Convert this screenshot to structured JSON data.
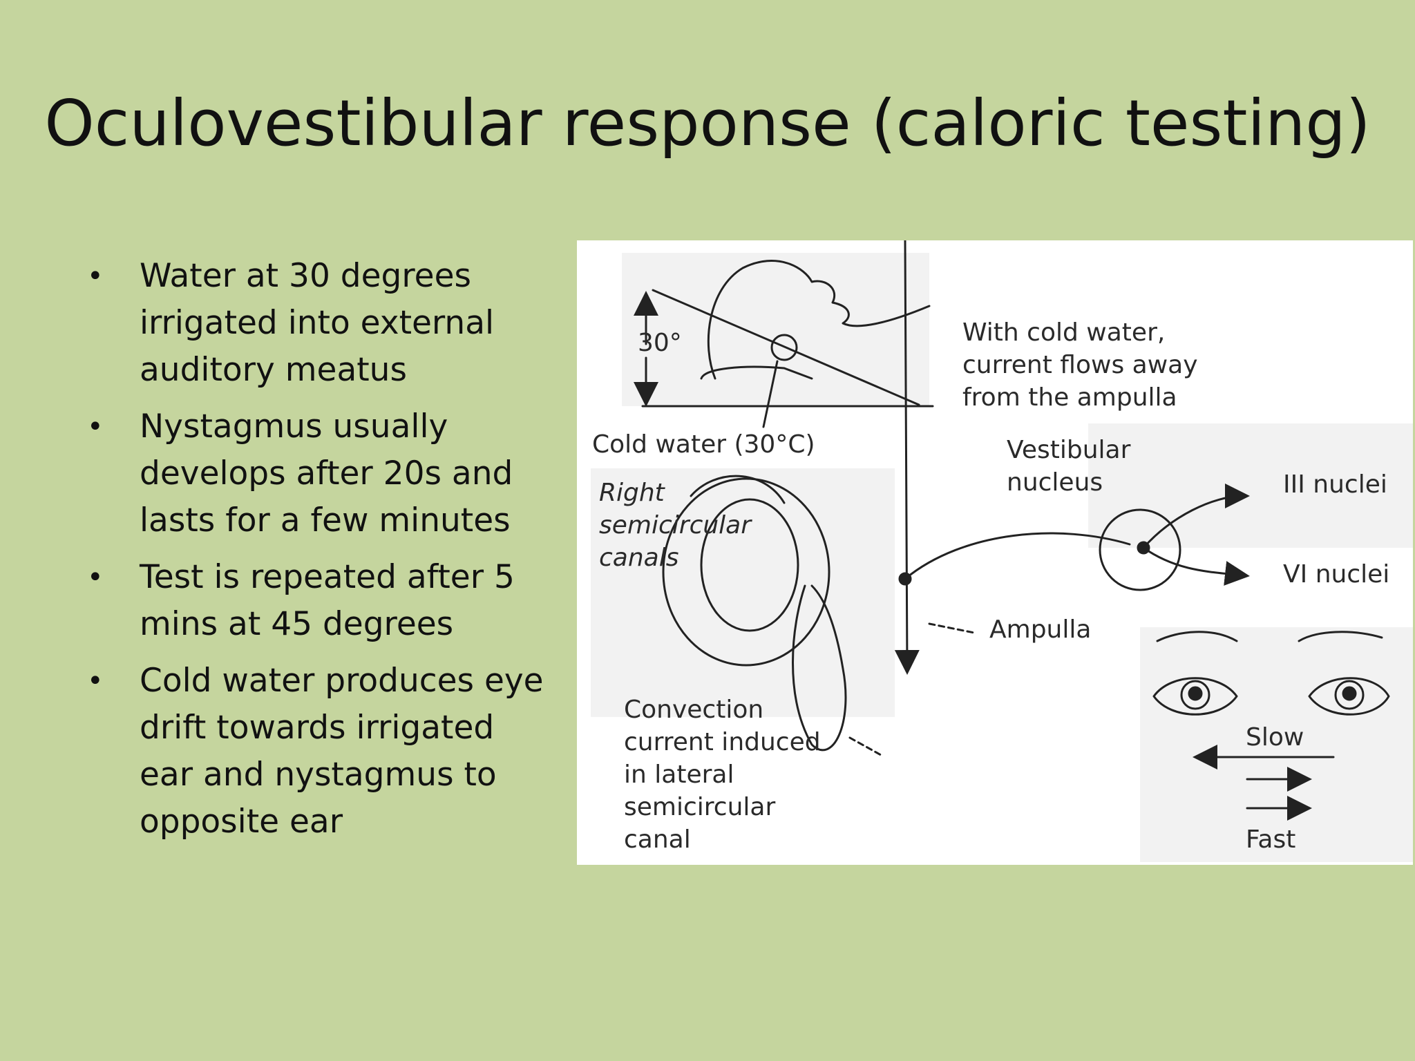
{
  "title": "Oculovestibular response (caloric testing)",
  "bullets": [
    "Water at 30 degrees irrigated into external auditory meatus",
    "Nystagmus usually develops after 20s and lasts for a few minutes",
    "Test is repeated after 5 mins at 45 degrees",
    "Cold water produces eye drift towards irrigated ear and nystagmus to opposite ear"
  ],
  "figure": {
    "angle_label": "30°",
    "cold_water_label": "Cold water (30°C)",
    "current_note": [
      "With cold water,",
      "current flows away",
      "from the ampulla"
    ],
    "vestibular_label": [
      "Vestibular",
      "nucleus"
    ],
    "canals_label": [
      "Right",
      "semicircular",
      "canals"
    ],
    "iii_label": "III nuclei",
    "vi_label": "VI nuclei",
    "ampulla_label": "Ampulla",
    "convection_label": [
      "Convection",
      "current induced",
      "in lateral",
      "semicircular",
      "canal"
    ],
    "slow_label": "Slow",
    "fast_label": "Fast"
  }
}
